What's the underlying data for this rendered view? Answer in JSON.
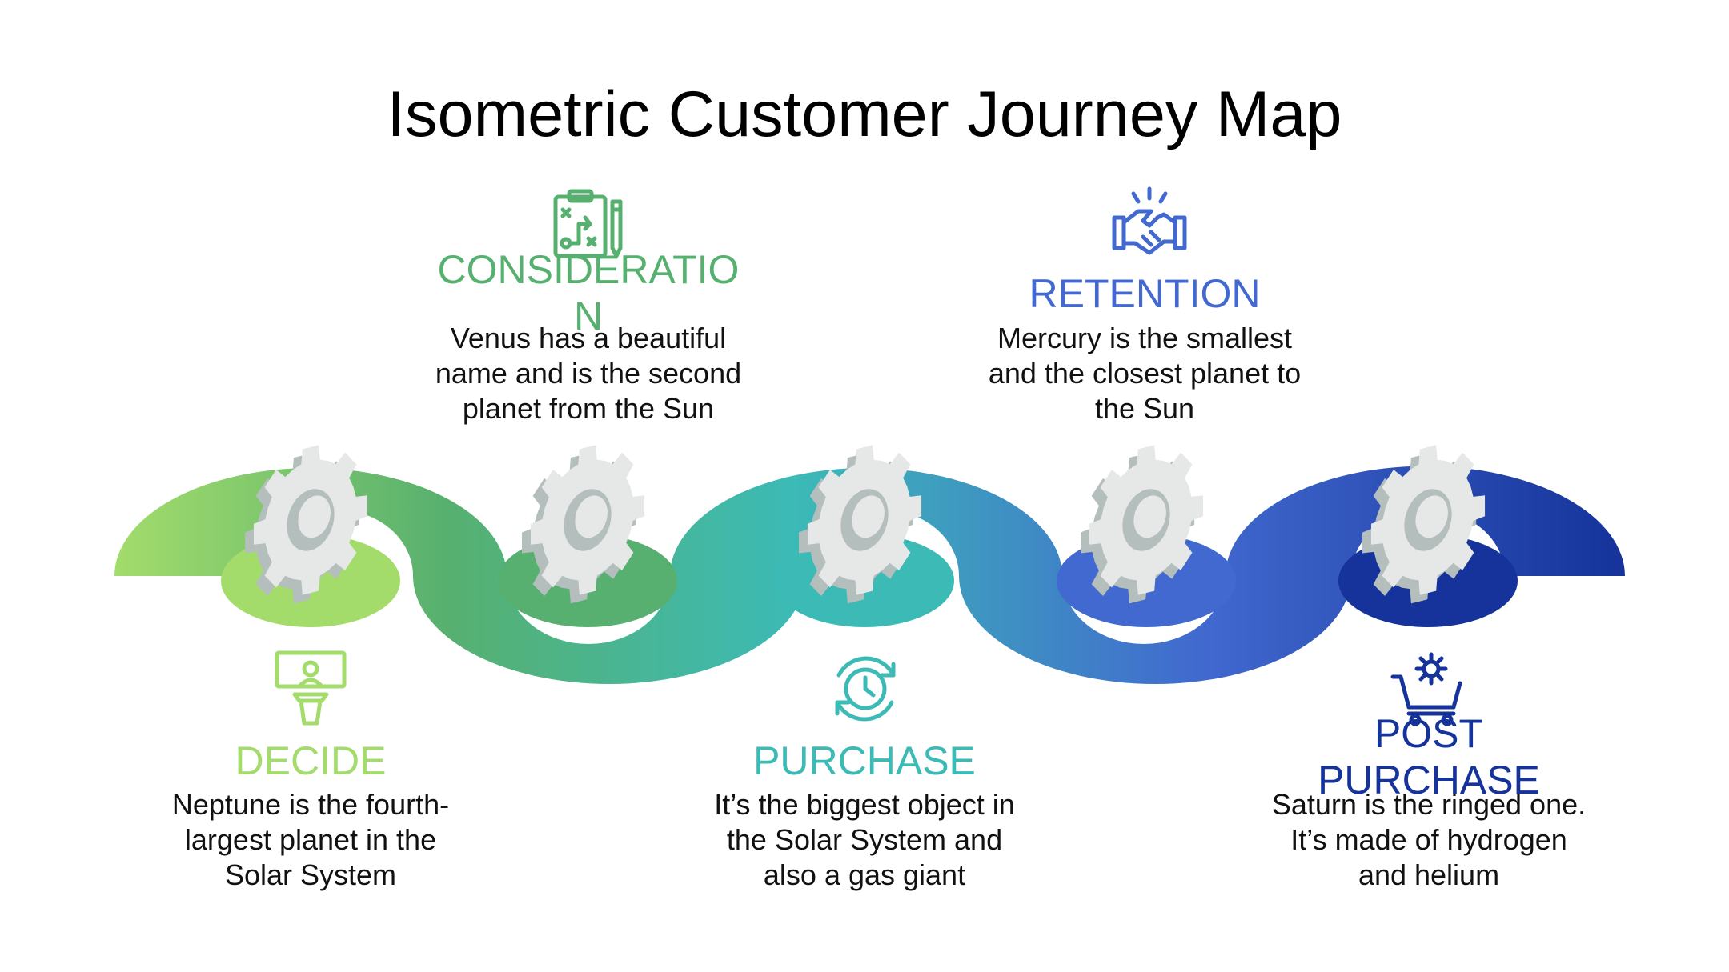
{
  "title": "Isometric Customer Journey Map",
  "colors": {
    "decide": "#a3dc6b",
    "consideration": "#57b06f",
    "purchase": "#3cbab6",
    "retention": "#4169cf",
    "post_purchase": "#15339a",
    "gear_light": "#e6e8e8",
    "gear_dark": "#b4bebd"
  },
  "stages": [
    {
      "key": "decide",
      "label": "DECIDE",
      "icon": "presenter-podium-icon",
      "description": "Neptune is the fourth-largest planet in the Solar System"
    },
    {
      "key": "consideration",
      "label": "CONSIDERATION",
      "icon": "strategy-clipboard-icon",
      "description": "Venus has a beautiful name and is the second planet from the Sun"
    },
    {
      "key": "purchase",
      "label": "PURCHASE",
      "icon": "clock-refresh-icon",
      "description": "It’s the biggest object in the Solar System and also a gas giant"
    },
    {
      "key": "retention",
      "label": "RETENTION",
      "icon": "handshake-icon",
      "description": "Mercury is the smallest and the closest planet to the Sun"
    },
    {
      "key": "post_purchase",
      "label": "POST PURCHASE",
      "icon": "cart-gear-icon",
      "description": "Saturn is the ringed one. It’s made of hydrogen and helium"
    }
  ]
}
